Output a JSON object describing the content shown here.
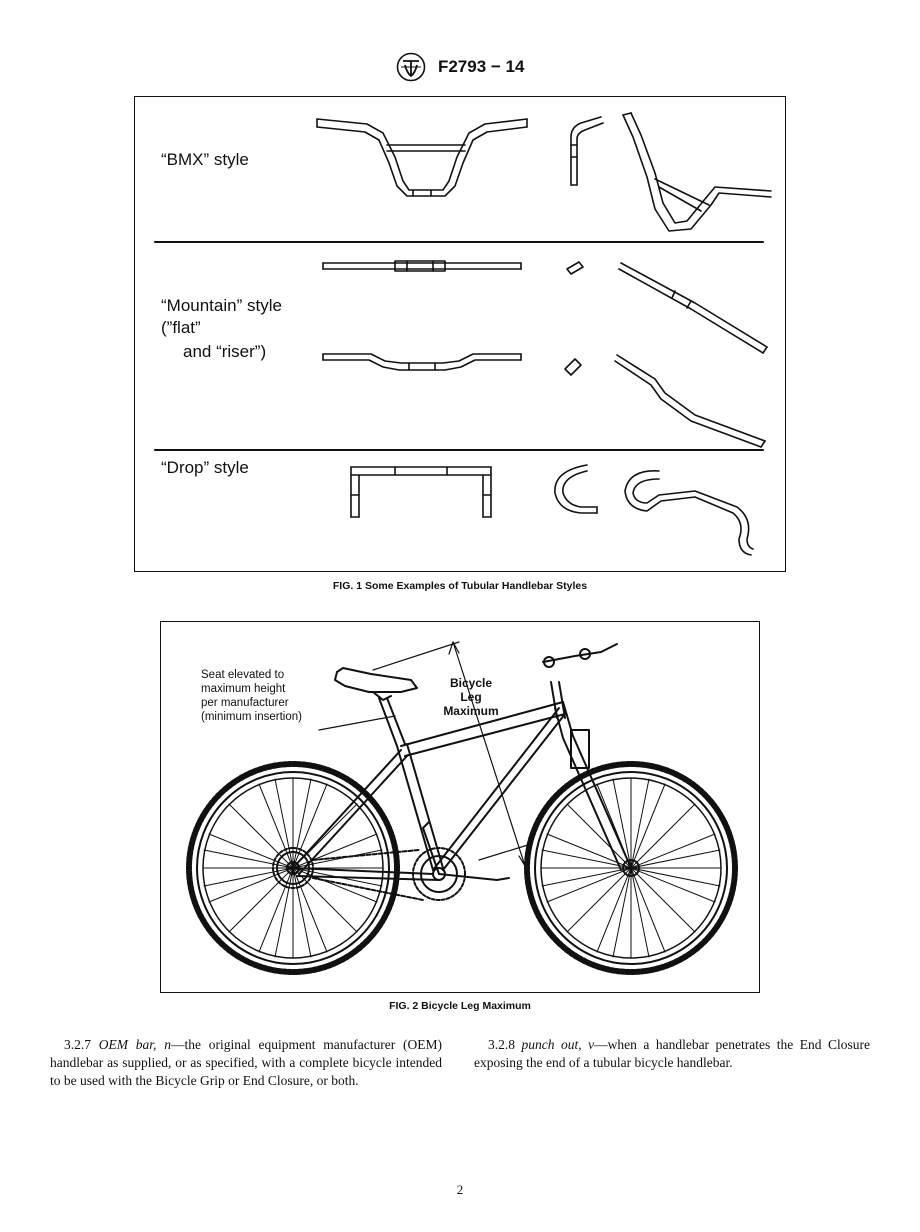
{
  "header": {
    "logo": "astm-logo",
    "standard": "F2793 − 14"
  },
  "fig1": {
    "rows": [
      {
        "label_lines": [
          "“BMX” style"
        ]
      },
      {
        "label_lines": [
          "“Mountain” style",
          "(”flat”",
          "and “riser”)"
        ]
      },
      {
        "label_lines": [
          "“Drop” style"
        ]
      }
    ],
    "caption": "FIG. 1 Some Examples of Tubular Handlebar Styles"
  },
  "fig2": {
    "seat_note_lines": [
      "Seat elevated to",
      "maximum height",
      "per manufacturer",
      "(minimum insertion)"
    ],
    "measure_label_lines": [
      "Bicycle",
      "Leg",
      "Maximum"
    ],
    "caption": "FIG. 2 Bicycle Leg Maximum"
  },
  "body": {
    "p1": {
      "number": "3.2.7",
      "term": "OEM bar, n",
      "text": "—the original equipment manufacturer (OEM) handlebar as supplied, or as specified, with a complete bicycle intended to be used with the Bicycle Grip or End Closure, or both."
    },
    "p2": {
      "number": "3.2.8",
      "term": "punch out, v",
      "text": "—when a handlebar penetrates the End Closure exposing the end of a tubular bicycle handlebar."
    }
  },
  "page_number": "2"
}
